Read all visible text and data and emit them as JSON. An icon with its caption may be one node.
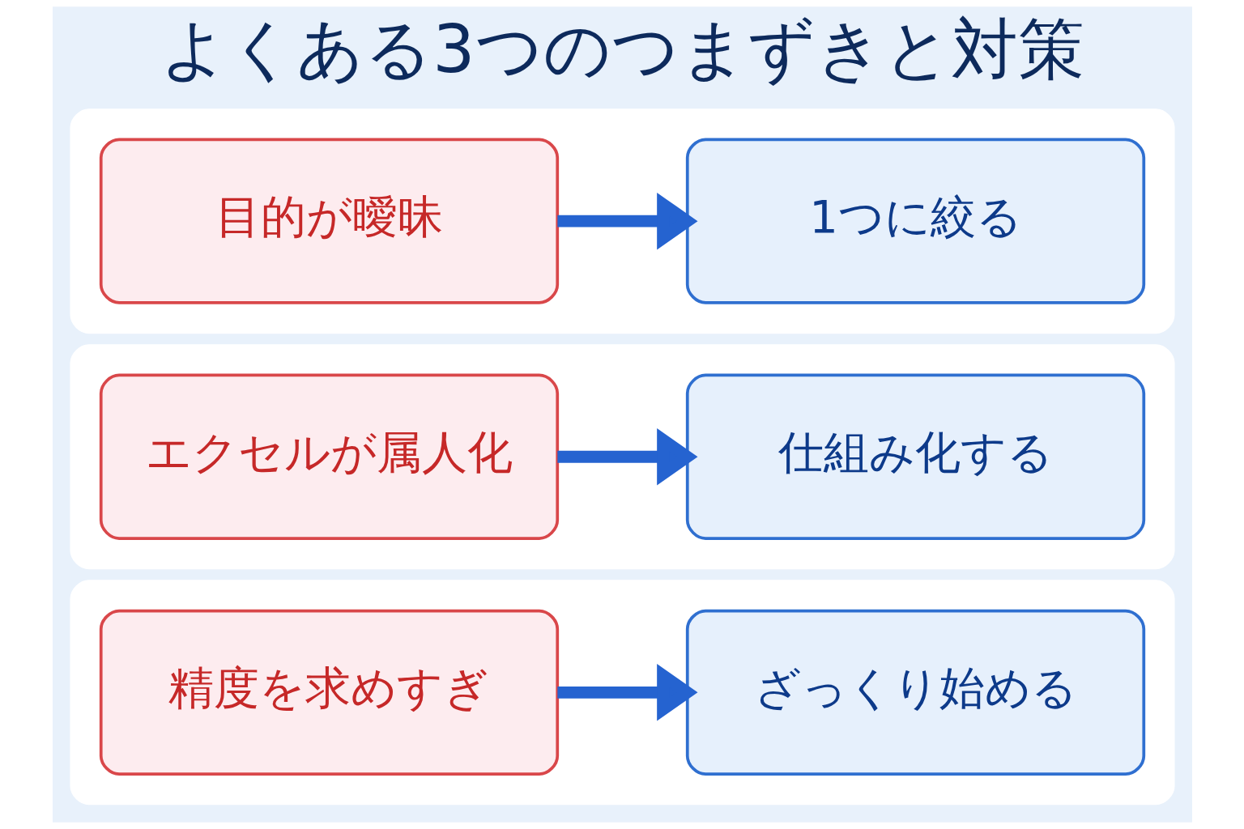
{
  "diagram": {
    "title": "よくある3つのつまずきと対策",
    "nodes": [
      {
        "text": [],
        "shape": "box"
      },
      {
        "text": [
          "目的が曖昧"
        ],
        "in": 0
      },
      {
        "text": [
          "1つに絞る"
        ],
        "in": 0
      },
      {
        "text": [],
        "shape": "box"
      },
      {
        "text": [
          "エクセルが属人化"
        ],
        "in": 3
      },
      {
        "text": [
          "仕組み化する"
        ],
        "in": 3
      },
      {
        "text": [],
        "shape": "box"
      },
      {
        "text": [
          "精度を求めすぎ"
        ],
        "in": 6
      },
      {
        "text": [
          "ざっくり始める"
        ],
        "in": 6
      }
    ],
    "edges": [
      {
        "from": 1,
        "to": 2,
        "arrow": "to"
      },
      {
        "from": 4,
        "to": 5,
        "arrow": "to"
      },
      {
        "from": 7,
        "to": 8,
        "arrow": "to"
      }
    ]
  }
}
